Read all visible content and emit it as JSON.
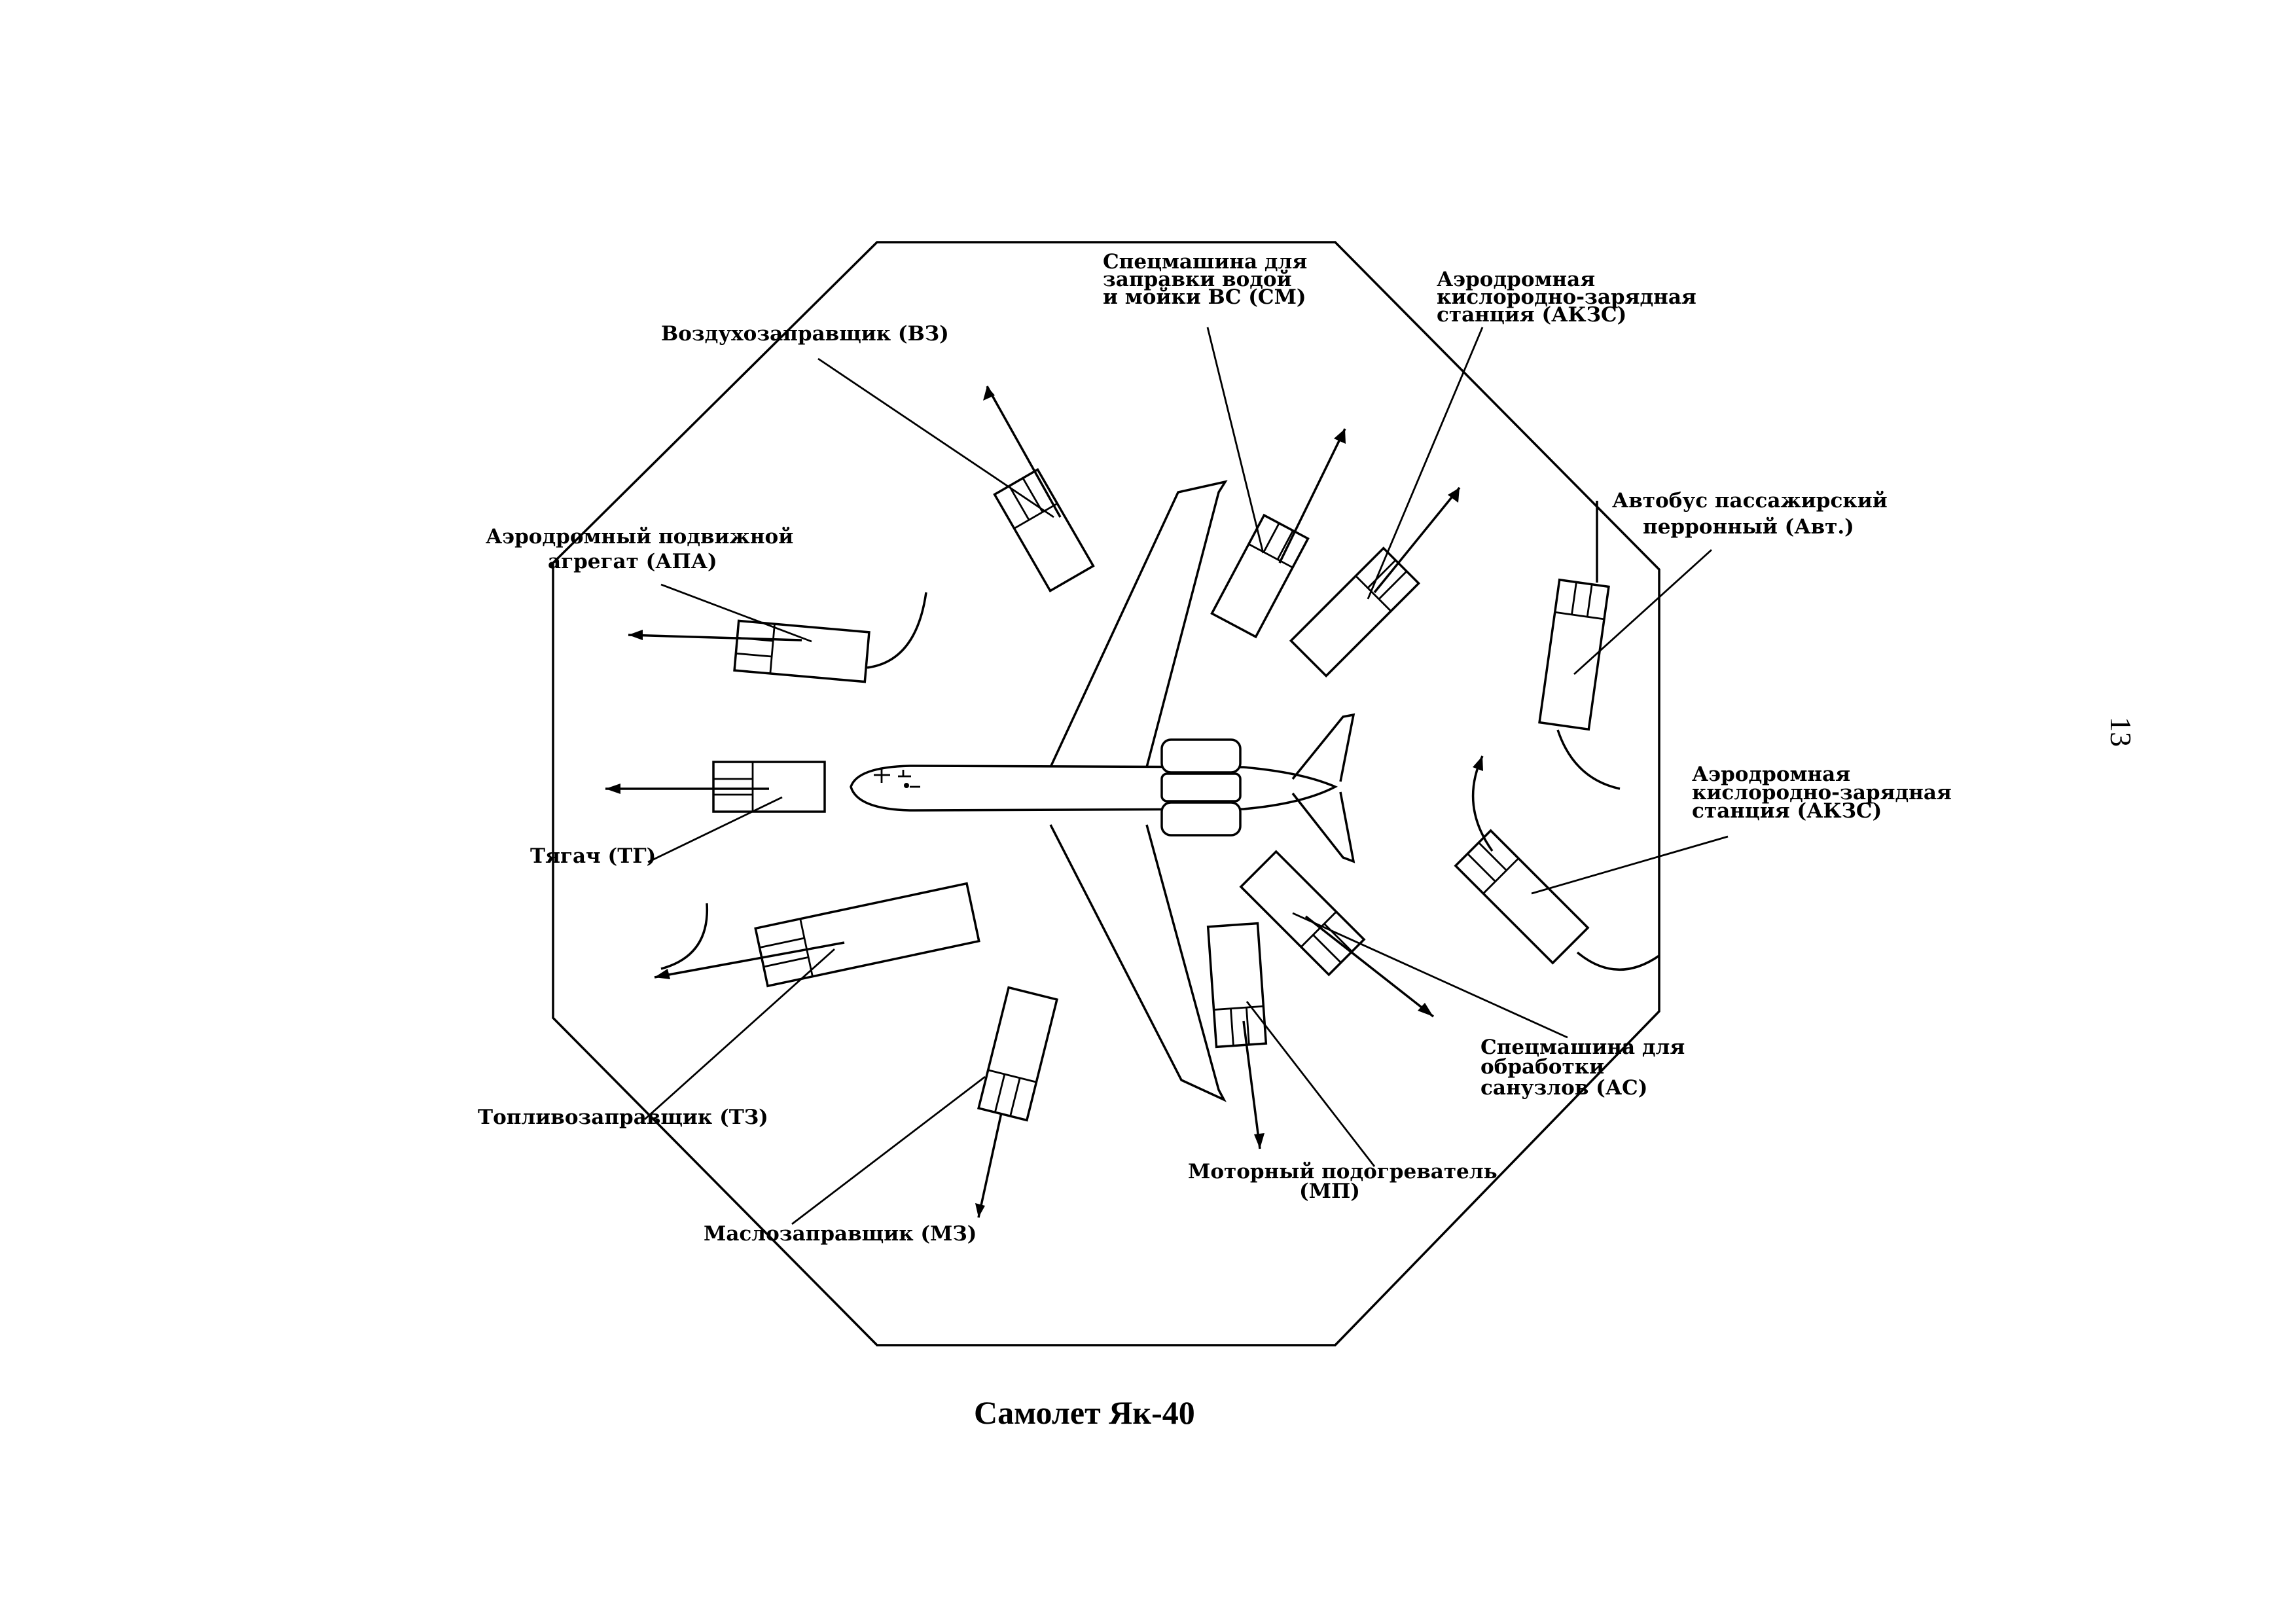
{
  "diagram": {
    "caption": "Самолет Як-40",
    "page_number": "13",
    "labels": {
      "vz": "Воздухозаправщик (ВЗ)",
      "sm": [
        "Спецмашина для",
        "заправки водой",
        "и мойки ВС (СМ)"
      ],
      "akzs_top": [
        "Аэродромная",
        "кислородно-зарядная",
        "станция (АКЗС)"
      ],
      "apa": [
        "Аэродромный подвижной",
        "агрегат (АПА)"
      ],
      "avt": [
        "Автобус пассажирский",
        "перронный (Авт.)"
      ],
      "akzs_right": [
        "Аэродромная",
        "кислородно-зарядная",
        "станция (АКЗС)"
      ],
      "tg": "Тягач (ТГ)",
      "as": [
        "Спецмашина для",
        "обработки",
        "санузлов (АС)"
      ],
      "tz": "Топливозаправщик (ТЗ)",
      "mp": [
        "Моторный подогреватель",
        "(МП)"
      ],
      "mz": "Маслозаправщик (МЗ)"
    }
  }
}
